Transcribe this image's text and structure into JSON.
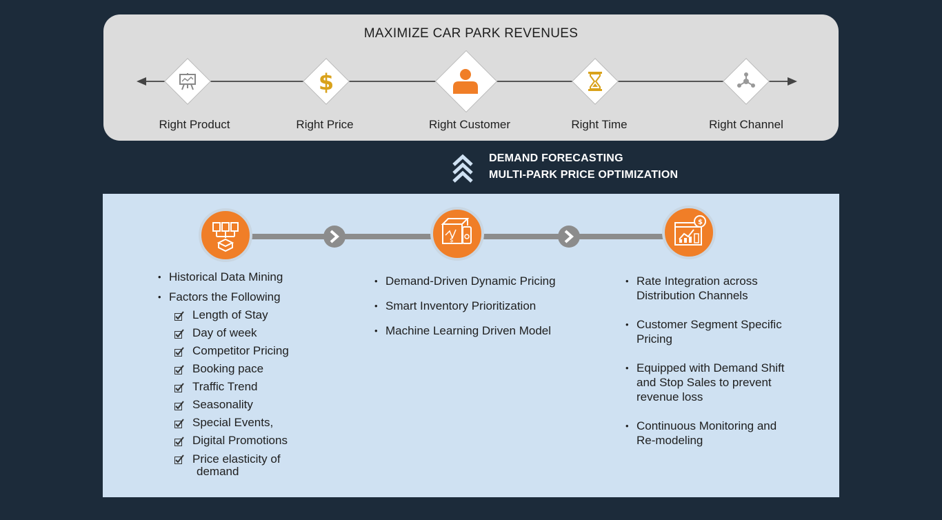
{
  "header": {
    "title": "MAXIMIZE CAR PARK REVENUES"
  },
  "pillars": [
    {
      "label": "Right Product",
      "icon": "presentation-board-icon"
    },
    {
      "label": "Right Price",
      "icon": "dollar-icon"
    },
    {
      "label": "Right Customer",
      "icon": "person-icon"
    },
    {
      "label": "Right Time",
      "icon": "hourglass-icon"
    },
    {
      "label": "Right Channel",
      "icon": "network-icon"
    }
  ],
  "middle": {
    "line1": "DEMAND FORECASTING",
    "line2": "MULTI-PARK PRICE OPTIMIZATION"
  },
  "columns": {
    "col1": {
      "bullets": [
        "Historical Data Mining",
        "Factors the Following"
      ],
      "checks": [
        "Length of Stay",
        "Day of week",
        "Competitor Pricing",
        "Booking pace",
        "Traffic Trend",
        "Seasonality",
        "Special Events,",
        "Digital Promotions"
      ],
      "last_check": [
        "Price elasticity of",
        "demand"
      ]
    },
    "col2": {
      "bullets": [
        "Demand-Driven Dynamic Pricing",
        "Smart Inventory Prioritization",
        "Machine Learning Driven Model"
      ]
    },
    "col3": {
      "bullets": [
        [
          "Rate Integration across",
          "Distribution Channels"
        ],
        [
          "Customer Segment Specific",
          "Pricing"
        ],
        [
          "Equipped with Demand Shift",
          "and Stop Sales to prevent",
          "revenue loss"
        ],
        [
          "Continuous Monitoring and",
          "Re-modeling"
        ]
      ]
    }
  },
  "colors": {
    "background": "#1c2b3a",
    "top_panel": "#dcdcdc",
    "bottom_panel": "#cfe1f2",
    "accent_orange": "#f07e27",
    "gold": "#d9a21b",
    "connector_gray": "#8c8c8c"
  }
}
